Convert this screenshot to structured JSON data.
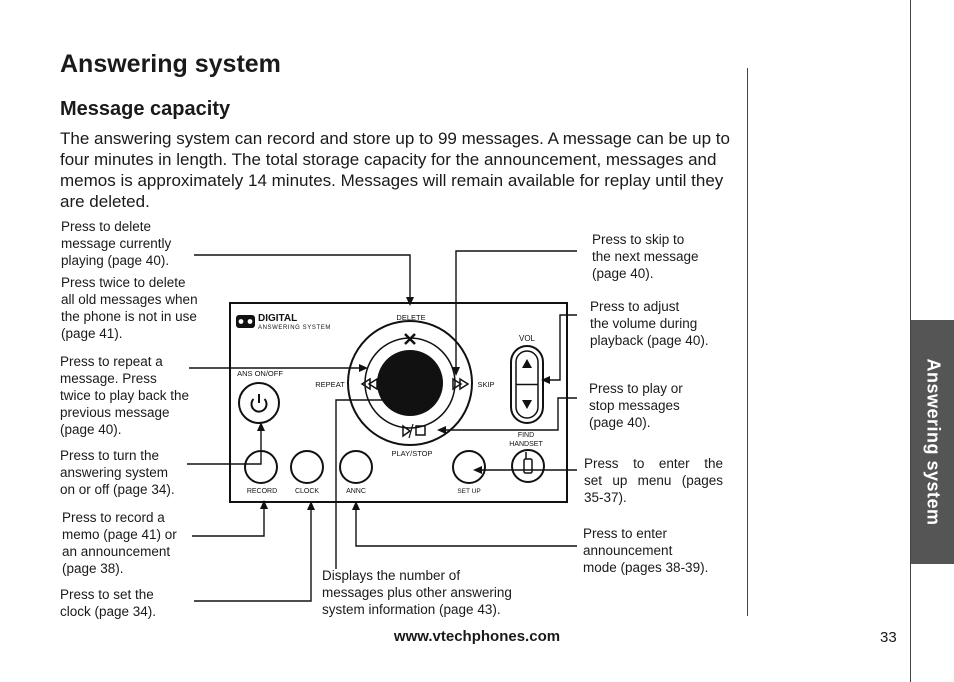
{
  "page": {
    "title": "Answering system",
    "section_heading": "Message capacity",
    "intro_text": "The answering system can record and store up to 99 messages. A message can be up to four minutes in length. The total storage capacity for the announcement, messages and memos is approximately 14 minutes. Messages will remain available for replay until they are deleted.",
    "side_tab": "Answering system",
    "footer_url": "www.vtechphones.com",
    "page_number": "33"
  },
  "device": {
    "brand_main": "DIGITAL",
    "brand_sub": "ANSWERING SYSTEM",
    "labels": {
      "delete": "DELETE",
      "repeat": "REPEAT",
      "skip": "SKIP",
      "play_stop": "PLAY/STOP",
      "vol": "VOL",
      "find_handset_1": "FIND",
      "find_handset_2": "HANDSET",
      "ans_on_off": "ANS ON/OFF",
      "record": "RECORD",
      "clock": "CLOCK",
      "annc": "ANNC",
      "set_up": "SET UP"
    }
  },
  "callouts": {
    "delete": "Press to delete\nmessage currently\nplaying (page 40).",
    "delete_twice": "Press twice to delete\nall old messages when\nthe phone is not in use\n(page 41).",
    "repeat": "Press to repeat a\nmessage. Press\ntwice to play back the\nprevious message\n(page 40).",
    "ans_on_off": "Press to turn the\nanswering system\non or off (page 34).",
    "record": "Press to record a\nmemo (page 41) or\nan announcement\n(page 38).",
    "clock": "Press to set the\nclock (page  34).",
    "display": "Displays the number of\nmessages plus other answering\nsystem information (page 43).",
    "skip": "Press to skip to\nthe next message\n(page 40).",
    "volume": "Press to adjust\nthe volume during\nplayback (page 40).",
    "play_stop": "Press to play or\nstop messages\n(page 40).",
    "setup_line1": "Press to enter the",
    "setup_line2": "set up menu (pages",
    "setup_line3": "35-37).",
    "annc": "Press to enter\nannouncement\nmode (pages 38-39)."
  }
}
